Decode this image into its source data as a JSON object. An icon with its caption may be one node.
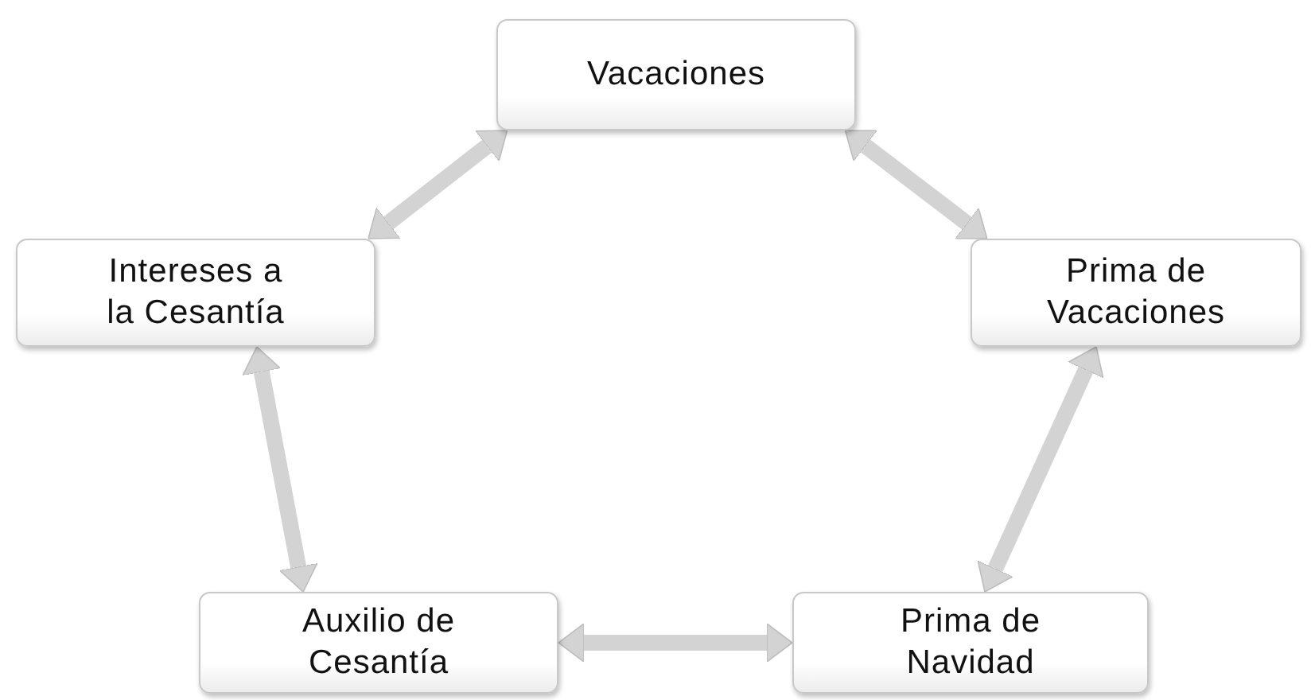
{
  "diagram": {
    "nodes": [
      {
        "text": [
          "Vacaciones"
        ]
      },
      {
        "text": [
          "Intereses a la Cesantía"
        ]
      },
      {
        "text": [
          "Prima de Vacaciones"
        ]
      },
      {
        "text": [
          "Auxilio de Cesantía"
        ]
      },
      {
        "text": [
          "Prima de Navidad"
        ]
      }
    ],
    "edges": [
      {
        "from": 0,
        "to": 1,
        "arrow": "both"
      },
      {
        "from": 0,
        "to": 2,
        "arrow": "both"
      },
      {
        "from": 2,
        "to": 4,
        "arrow": "both"
      },
      {
        "from": 4,
        "to": 3,
        "arrow": "both"
      },
      {
        "from": 3,
        "to": 1,
        "arrow": "both"
      }
    ]
  }
}
